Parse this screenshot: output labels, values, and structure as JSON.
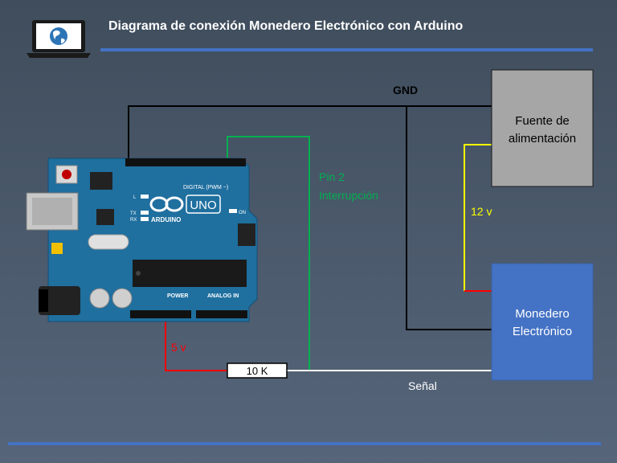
{
  "header": {
    "title": "Diagrama de conexión Monedero Electrónico con Arduino"
  },
  "labels": {
    "gnd": "GND",
    "pin2_line1": "Pin 2",
    "pin2_line2": "Interrupción",
    "v12": "12 v",
    "v5": "5 v",
    "resistor": "10 K",
    "signal": "Señal"
  },
  "power_supply": {
    "line1": "Fuente de",
    "line2": "alimentación"
  },
  "coin_acceptor": {
    "line1": "Monedero",
    "line2": "Electrónico"
  },
  "arduino": {
    "brand": "ARDUINO",
    "model": "UNO",
    "digital_label": "DIGITAL (PWM ~)",
    "analog_label": "ANALOG IN",
    "power_label": "POWER",
    "on_label": "ON",
    "tx_label": "TX",
    "rx_label": "RX",
    "l_label": "L"
  },
  "colors": {
    "gnd_wire": "#000000",
    "pin2_wire": "#00b050",
    "v12_wire": "#ffff00",
    "v5_wire": "#ff0000",
    "signal_wire": "#ffffff",
    "accent": "#4472c4"
  }
}
